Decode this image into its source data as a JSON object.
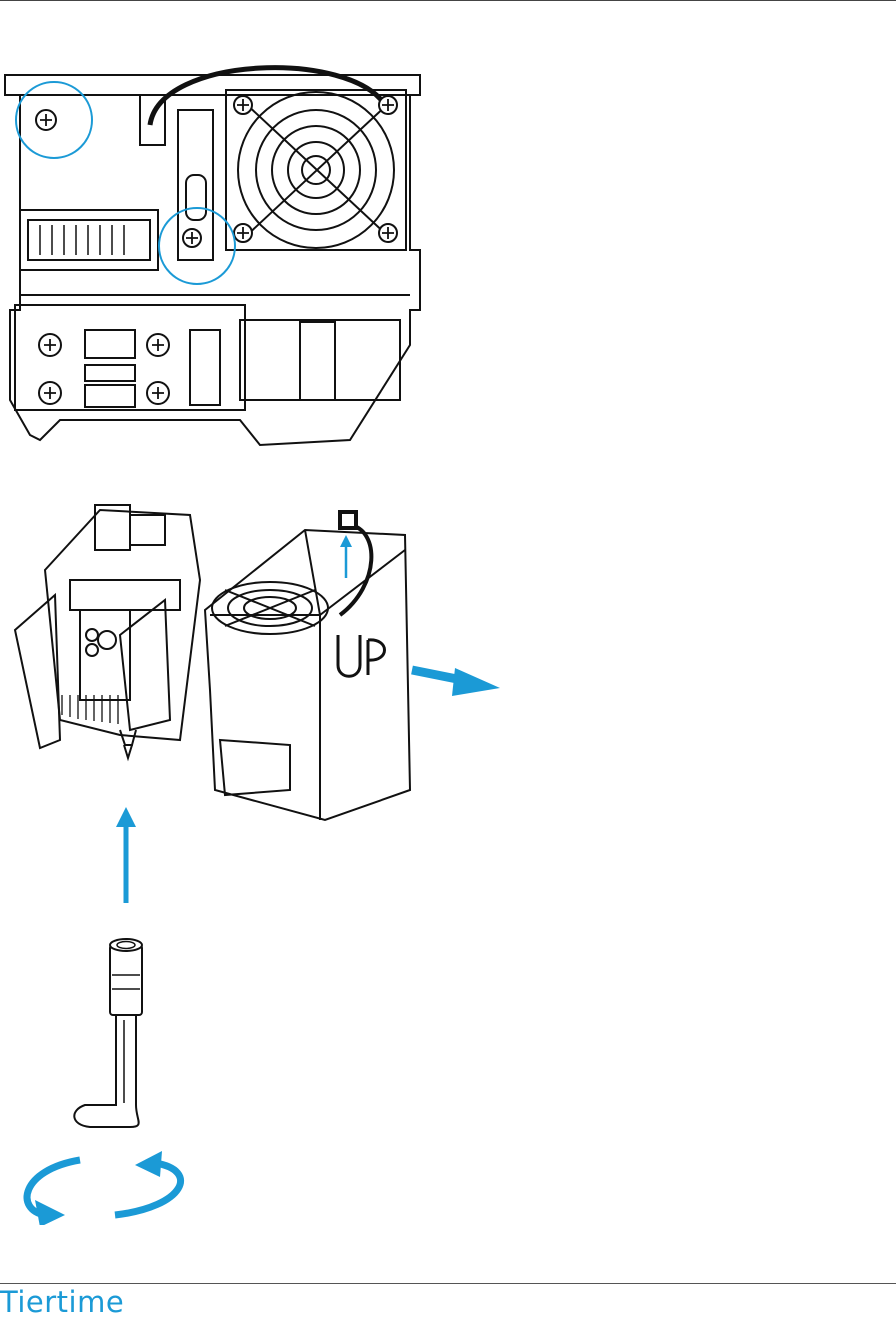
{
  "brand": {
    "logo_text": "Tiertime",
    "accent_color": "#1b9ad6"
  },
  "figures": [
    {
      "id": "fig-print-head-back",
      "icon": "print-head-back-screws-illustration"
    },
    {
      "id": "fig-separate-fan-cover",
      "icon": "print-head-exploded-illustration",
      "cover_marking": "UP"
    },
    {
      "id": "fig-nozzle-wrench",
      "icon": "nozzle-wrench-rotate-illustration"
    }
  ]
}
